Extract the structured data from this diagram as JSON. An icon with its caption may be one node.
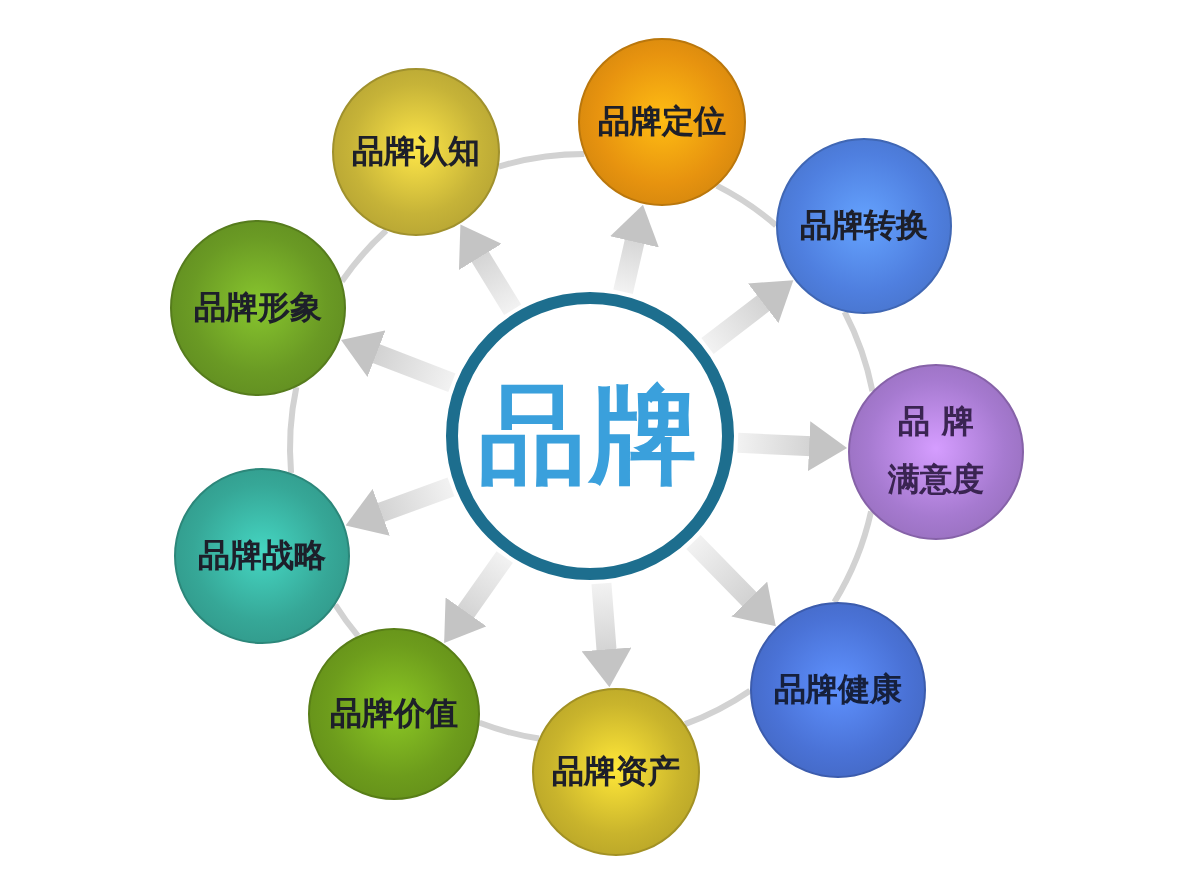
{
  "diagram": {
    "nodes": [
      {
        "text": [
          "品牌"
        ]
      },
      {
        "text": [
          "品牌认知"
        ]
      },
      {
        "text": [
          "品牌定位"
        ]
      },
      {
        "text": [
          "品牌转换"
        ]
      },
      {
        "text": [
          "品 牌满意度"
        ]
      },
      {
        "text": [
          "品牌健康"
        ]
      },
      {
        "text": [
          "品牌资产"
        ]
      },
      {
        "text": [
          "品牌价值"
        ]
      },
      {
        "text": [
          "品牌战略"
        ]
      },
      {
        "text": [
          "品牌形象"
        ]
      }
    ],
    "edges": [
      {
        "from": 0,
        "to": 1,
        "arrow": "to",
        "style": "thick"
      },
      {
        "from": 0,
        "to": 2,
        "arrow": "to",
        "style": "thick"
      },
      {
        "from": 0,
        "to": 3,
        "arrow": "to",
        "style": "thick"
      },
      {
        "from": 0,
        "to": 4,
        "arrow": "to",
        "style": "thick"
      },
      {
        "from": 0,
        "to": 5,
        "arrow": "to",
        "style": "thick"
      },
      {
        "from": 0,
        "to": 6,
        "arrow": "to",
        "style": "thick"
      },
      {
        "from": 0,
        "to": 7,
        "arrow": "to",
        "style": "thick"
      },
      {
        "from": 0,
        "to": 8,
        "arrow": "to",
        "style": "thick"
      },
      {
        "from": 0,
        "to": 9,
        "arrow": "to",
        "style": "thick"
      },
      {
        "from": 1,
        "to": 2,
        "arrow": "none"
      },
      {
        "from": 2,
        "to": 3,
        "arrow": "none"
      },
      {
        "from": 3,
        "to": 4,
        "arrow": "none"
      },
      {
        "from": 4,
        "to": 5,
        "arrow": "none"
      },
      {
        "from": 5,
        "to": 6,
        "arrow": "none"
      },
      {
        "from": 6,
        "to": 7,
        "arrow": "none"
      },
      {
        "from": 7,
        "to": 8,
        "arrow": "none"
      },
      {
        "from": 8,
        "to": 9,
        "arrow": "none"
      },
      {
        "from": 9,
        "to": 1,
        "arrow": "none"
      }
    ]
  }
}
